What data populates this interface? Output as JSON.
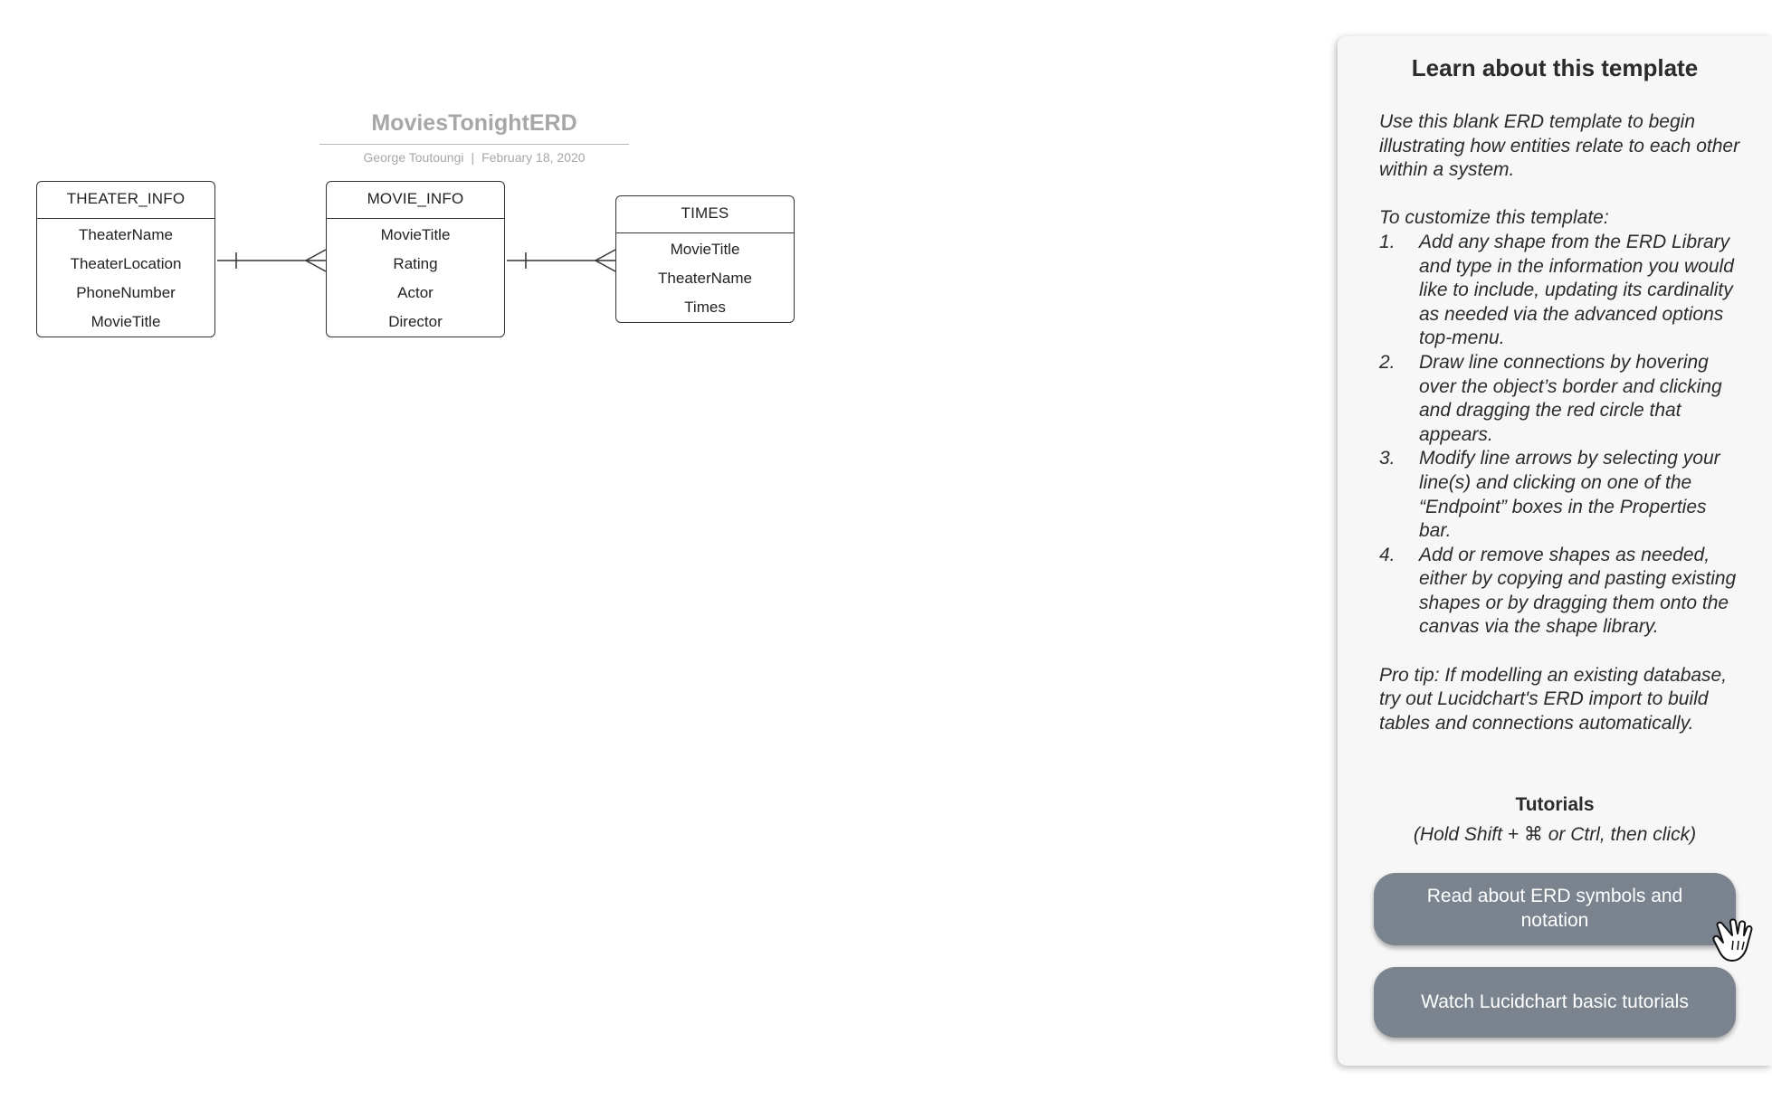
{
  "diagram": {
    "title": "MoviesTonightERD",
    "author": "George Toutoungi",
    "date": "February 18, 2020",
    "separator": "|"
  },
  "entities": [
    {
      "name": "THEATER_INFO",
      "attributes": [
        "TheaterName",
        "TheaterLocation",
        "PhoneNumber",
        "MovieTitle"
      ]
    },
    {
      "name": "MOVIE_INFO",
      "attributes": [
        "MovieTitle",
        "Rating",
        "Actor",
        "Director"
      ]
    },
    {
      "name": "TIMES",
      "attributes": [
        "MovieTitle",
        "TheaterName",
        "Times"
      ]
    }
  ],
  "relationships": [
    {
      "from": "THEATER_INFO",
      "to": "MOVIE_INFO",
      "from_cardinality": "one",
      "to_cardinality": "many"
    },
    {
      "from": "MOVIE_INFO",
      "to": "TIMES",
      "from_cardinality": "one",
      "to_cardinality": "many"
    }
  ],
  "panel": {
    "title": "Learn about this template",
    "intro": "Use this blank ERD template to begin illustrating how entities relate to each other within a system.",
    "customize_heading": "To customize this template:",
    "steps": [
      {
        "num": "1.",
        "text": "Add any shape from the ERD Library and type in the information you would like to include, updating its cardinality as needed via the advanced options top-menu."
      },
      {
        "num": "2.",
        "text": "Draw line connections by hovering over the object’s border and clicking and dragging the red circle that appears."
      },
      {
        "num": "3.",
        "text": "Modify line arrows by selecting your line(s) and clicking on one of the “Endpoint” boxes in the Properties bar."
      },
      {
        "num": "4.",
        "text": "Add or remove shapes as needed, either by copying and pasting existing shapes or by dragging them onto the canvas via the shape library."
      }
    ],
    "pro_tip": "Pro tip: If modelling an existing database, try out Lucidchart's ERD import to build tables and connections automatically.",
    "tutorials_heading": "Tutorials",
    "tutorials_hint": "(Hold Shift + ⌘ or Ctrl, then click)",
    "buttons": [
      {
        "label": "Read about ERD symbols and notation"
      },
      {
        "label": "Watch Lucidchart basic tutorials"
      }
    ]
  },
  "colors": {
    "panel_background": "#f7f7f7",
    "button_background": "#7a838e",
    "title_gray": "#a7a7a7",
    "line": "#333333"
  },
  "icons": {
    "cursor": "hand-pointer-icon"
  }
}
